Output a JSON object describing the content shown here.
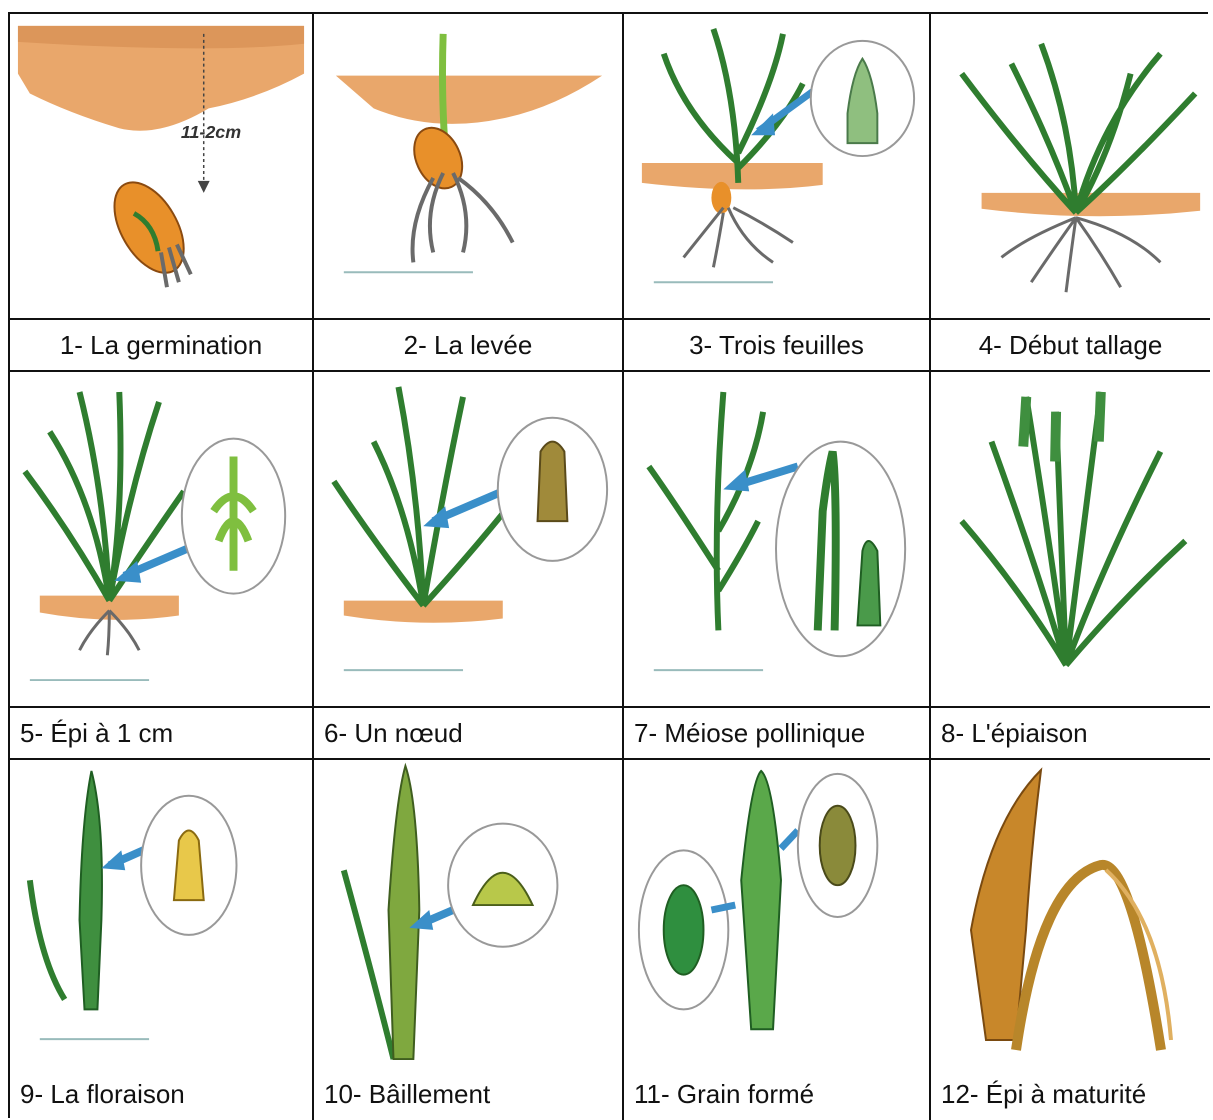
{
  "stages": [
    {
      "label": "1- La germination",
      "depth": "11-2cm"
    },
    {
      "label": "2- La levée"
    },
    {
      "label": "3- Trois feuilles"
    },
    {
      "label": "4- Début tallage"
    },
    {
      "label": "5- Épi à 1 cm"
    },
    {
      "label": "6- Un nœud"
    },
    {
      "label": "7- Méiose pollinique"
    },
    {
      "label": "8- L'épiaison"
    },
    {
      "label": "9- La floraison"
    },
    {
      "label": "10- Bâillement"
    },
    {
      "label": "11- Grain formé"
    },
    {
      "label": "12- Épi à maturité"
    }
  ],
  "colors": {
    "soil": "#e9a76b",
    "leaf": "#2f7d2f",
    "leaf_dark": "#1f5e22",
    "seed": "#e8902a",
    "arrow": "#3a8fc9",
    "root": "#6a6a6a",
    "ripe": "#c8872a"
  }
}
